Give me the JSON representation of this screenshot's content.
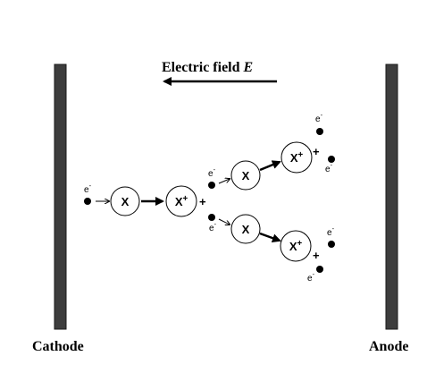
{
  "labels": {
    "cathode": "Cathode",
    "anode": "Anode",
    "field_text": "Electric field ",
    "field_symbol": "E",
    "neutral": "X",
    "ion": "X+",
    "electron": "e-",
    "plus": "+"
  },
  "colors": {
    "plate": "#3d3d3d",
    "ink": "#000000"
  }
}
